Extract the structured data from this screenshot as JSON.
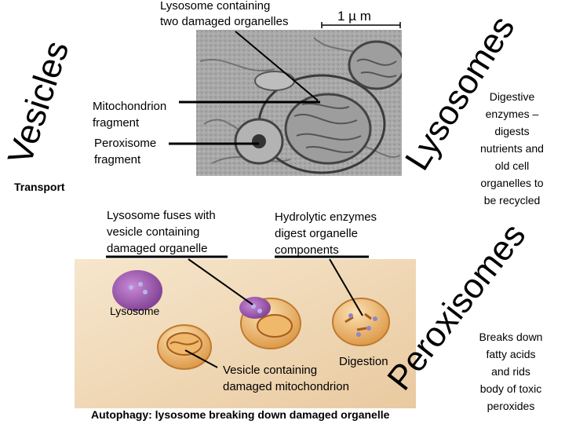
{
  "figure": {
    "em_labels": {
      "lysosome_containing": "Lysosome containing",
      "two_damaged_organelles": "two damaged organelles",
      "scale_bar": "1 µ m",
      "mitochondrion_fragment_1": "Mitochondrion",
      "mitochondrion_fragment_2": "fragment",
      "peroxisome_fragment_1": "Peroxisome",
      "peroxisome_fragment_2": "fragment"
    },
    "diagram_labels": {
      "fuses_1": "Lysosome fuses with",
      "fuses_2": "vesicle containing",
      "fuses_3": "damaged organelle",
      "hydrolytic_1": "Hydrolytic enzymes",
      "hydrolytic_2": "digest organelle",
      "hydrolytic_3": "components",
      "lysosome": "Lysosome",
      "digestion": "Digestion",
      "vesicle_1": "Vesicle containing",
      "vesicle_2": "damaged mitochondrion"
    },
    "caption": "Autophagy: lysosome breaking down damaged organelle"
  },
  "overlay": {
    "vesicles": "Vesicles",
    "transport": "Transport",
    "lysosomes": "Lysosomes",
    "lysosome_desc": [
      "Digestive",
      "enzymes –",
      "digests",
      "nutrients and",
      "old cell",
      "organelles to",
      "be recycled"
    ],
    "peroxisomes": "Peroxisomes",
    "peroxisome_desc": [
      "Breaks down",
      "fatty acids",
      "and rids",
      "body of toxic",
      "peroxides"
    ]
  },
  "colors": {
    "lysosome_purple": "#8b4aa0",
    "vesicle_orange": "#e6a24a",
    "em_gray": "#9a9a9a"
  }
}
